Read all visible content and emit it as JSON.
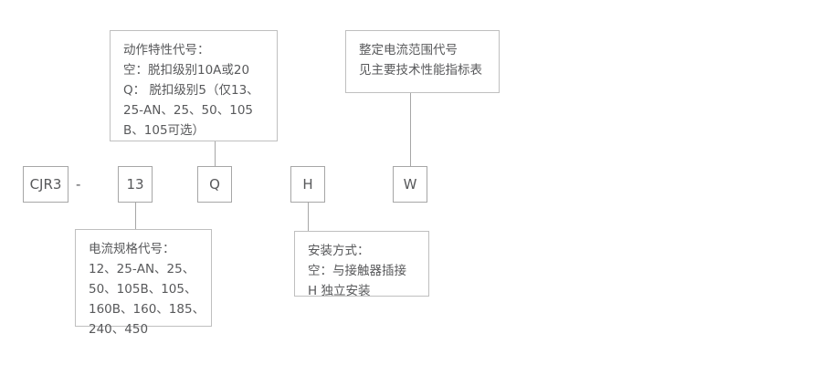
{
  "diagram": {
    "title": "CJR3 Model Designation Breakdown",
    "colors": {
      "box_border": "#bfbfbf",
      "code_border": "#a6a6a6",
      "line": "#a6a6a6",
      "text": "#58595b",
      "background": "#ffffff"
    },
    "codes": [
      {
        "id": "series",
        "label": "CJR3"
      },
      {
        "id": "rating",
        "label": "13"
      },
      {
        "id": "action",
        "label": "Q"
      },
      {
        "id": "mount",
        "label": "H"
      },
      {
        "id": "range",
        "label": "W"
      }
    ],
    "separator": "-",
    "notes": {
      "action_characteristic": "动作特性代号：\n空：脱扣级别10A或20\nQ： 脱扣级别5（仅13、\n25-AN、25、50、105\nB、105可选）",
      "current_range": "整定电流范围代号\n见主要技术性能指标表",
      "current_spec": "电流规格代号：\n12、25-AN、25、\n50、105B、105、\n160B、160、185、\n240、450",
      "mounting_method": "安装方式：\n空：与接触器插接\nH   独立安装"
    }
  }
}
